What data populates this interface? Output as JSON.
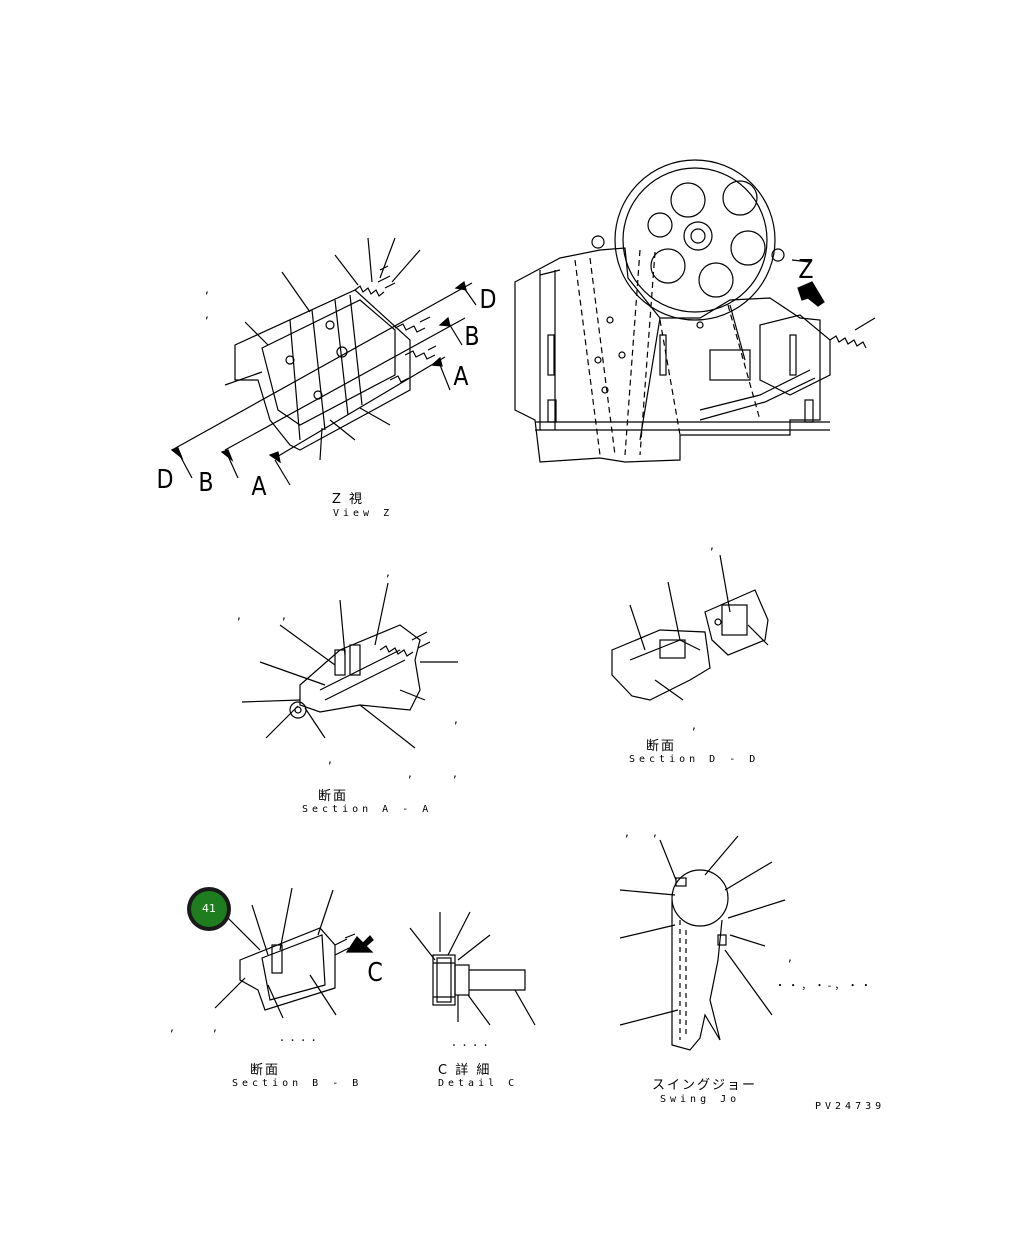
{
  "views": {
    "view_z": {
      "title_jp": "Z 視",
      "title_en": "View Z"
    },
    "section_aa": {
      "title_jp": "断面",
      "title_en": "Section A - A"
    },
    "section_dd": {
      "title_jp": "断面",
      "title_en": "Section D - D"
    },
    "section_bb": {
      "title_jp": "断面",
      "title_en": "Section B - B"
    },
    "detail_c": {
      "title_jp": "C 詳 細",
      "title_en": "Detail C"
    },
    "swing_jaw": {
      "title_jp": "スイングジョー",
      "title_en": "Swing Jo"
    }
  },
  "section_markers": [
    "D",
    "B",
    "A",
    "D",
    "B",
    "A",
    "Z",
    "C"
  ],
  "callout": {
    "number": "41",
    "color": "#1e7d1e"
  },
  "drawing_id": "PV24739",
  "swing_jaw_dots": "・ ・ ， ・ ‐ ， ・ ・",
  "section_bb_dots": "・ ・   ・ ・",
  "detail_c_dots": "・ ・   ・ ・"
}
